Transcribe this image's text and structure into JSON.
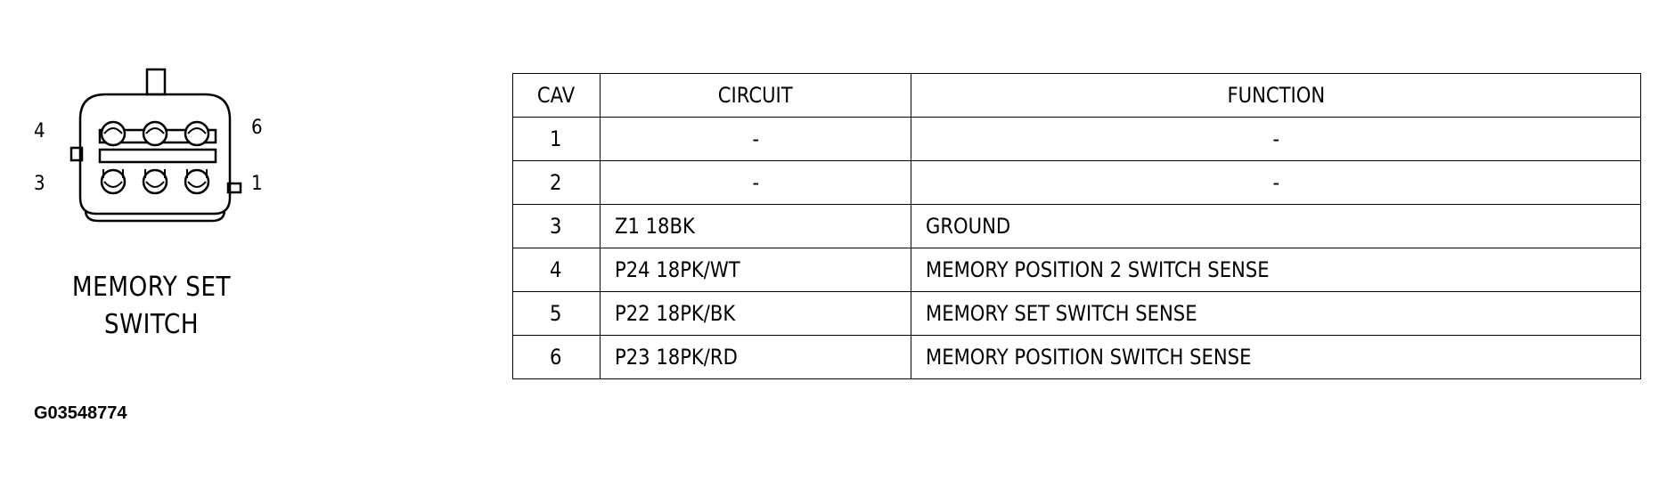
{
  "connector": {
    "name_line1": "MEMORY SET",
    "name_line2": "SWITCH",
    "pin_labels": {
      "top_left": "4",
      "bottom_left": "3",
      "top_right": "6",
      "bottom_right": "1"
    }
  },
  "figure_id": "G03548774",
  "table": {
    "headers": {
      "cav": "CAV",
      "circuit": "CIRCUIT",
      "function": "FUNCTION"
    },
    "rows": [
      {
        "cav": "1",
        "circuit": "-",
        "function": "-"
      },
      {
        "cav": "2",
        "circuit": "-",
        "function": "-"
      },
      {
        "cav": "3",
        "circuit": "Z1 18BK",
        "function": "GROUND"
      },
      {
        "cav": "4",
        "circuit": "P24 18PK/WT",
        "function": "MEMORY POSITION 2 SWITCH SENSE"
      },
      {
        "cav": "5",
        "circuit": "P22 18PK/BK",
        "function": "MEMORY SET SWITCH SENSE"
      },
      {
        "cav": "6",
        "circuit": "P23 18PK/RD",
        "function": "MEMORY POSITION SWITCH SENSE"
      }
    ]
  }
}
